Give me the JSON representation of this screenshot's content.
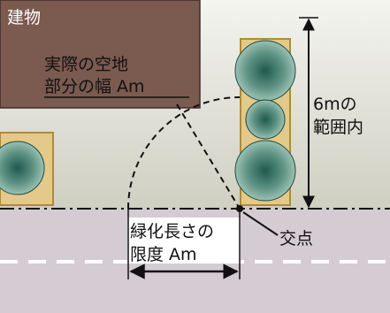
{
  "labels": {
    "building": "建物",
    "actual_open_line1": "実際の空地",
    "actual_open_line2": "部分の幅 Am",
    "height_range_line1": "6mの",
    "height_range_line2": "範囲内",
    "greening_line1": "緑化長さの",
    "greening_line2": "限度 Am",
    "intersection": "交点"
  },
  "colors": {
    "background": "#ffffff",
    "ground": "#e4e4dc",
    "building": "#7b5a50",
    "road": "#d4ccd2",
    "planter_fill": "#e3c98a",
    "planter_stroke": "#b08a3a",
    "tree_light": "#a9cdc0",
    "tree_dark": "#1f5a4e",
    "ink": "#111111",
    "lane_mark": "#ffffff"
  },
  "icons": {
    "trees": "round-tree-crowns",
    "dimensions": "arrows"
  }
}
